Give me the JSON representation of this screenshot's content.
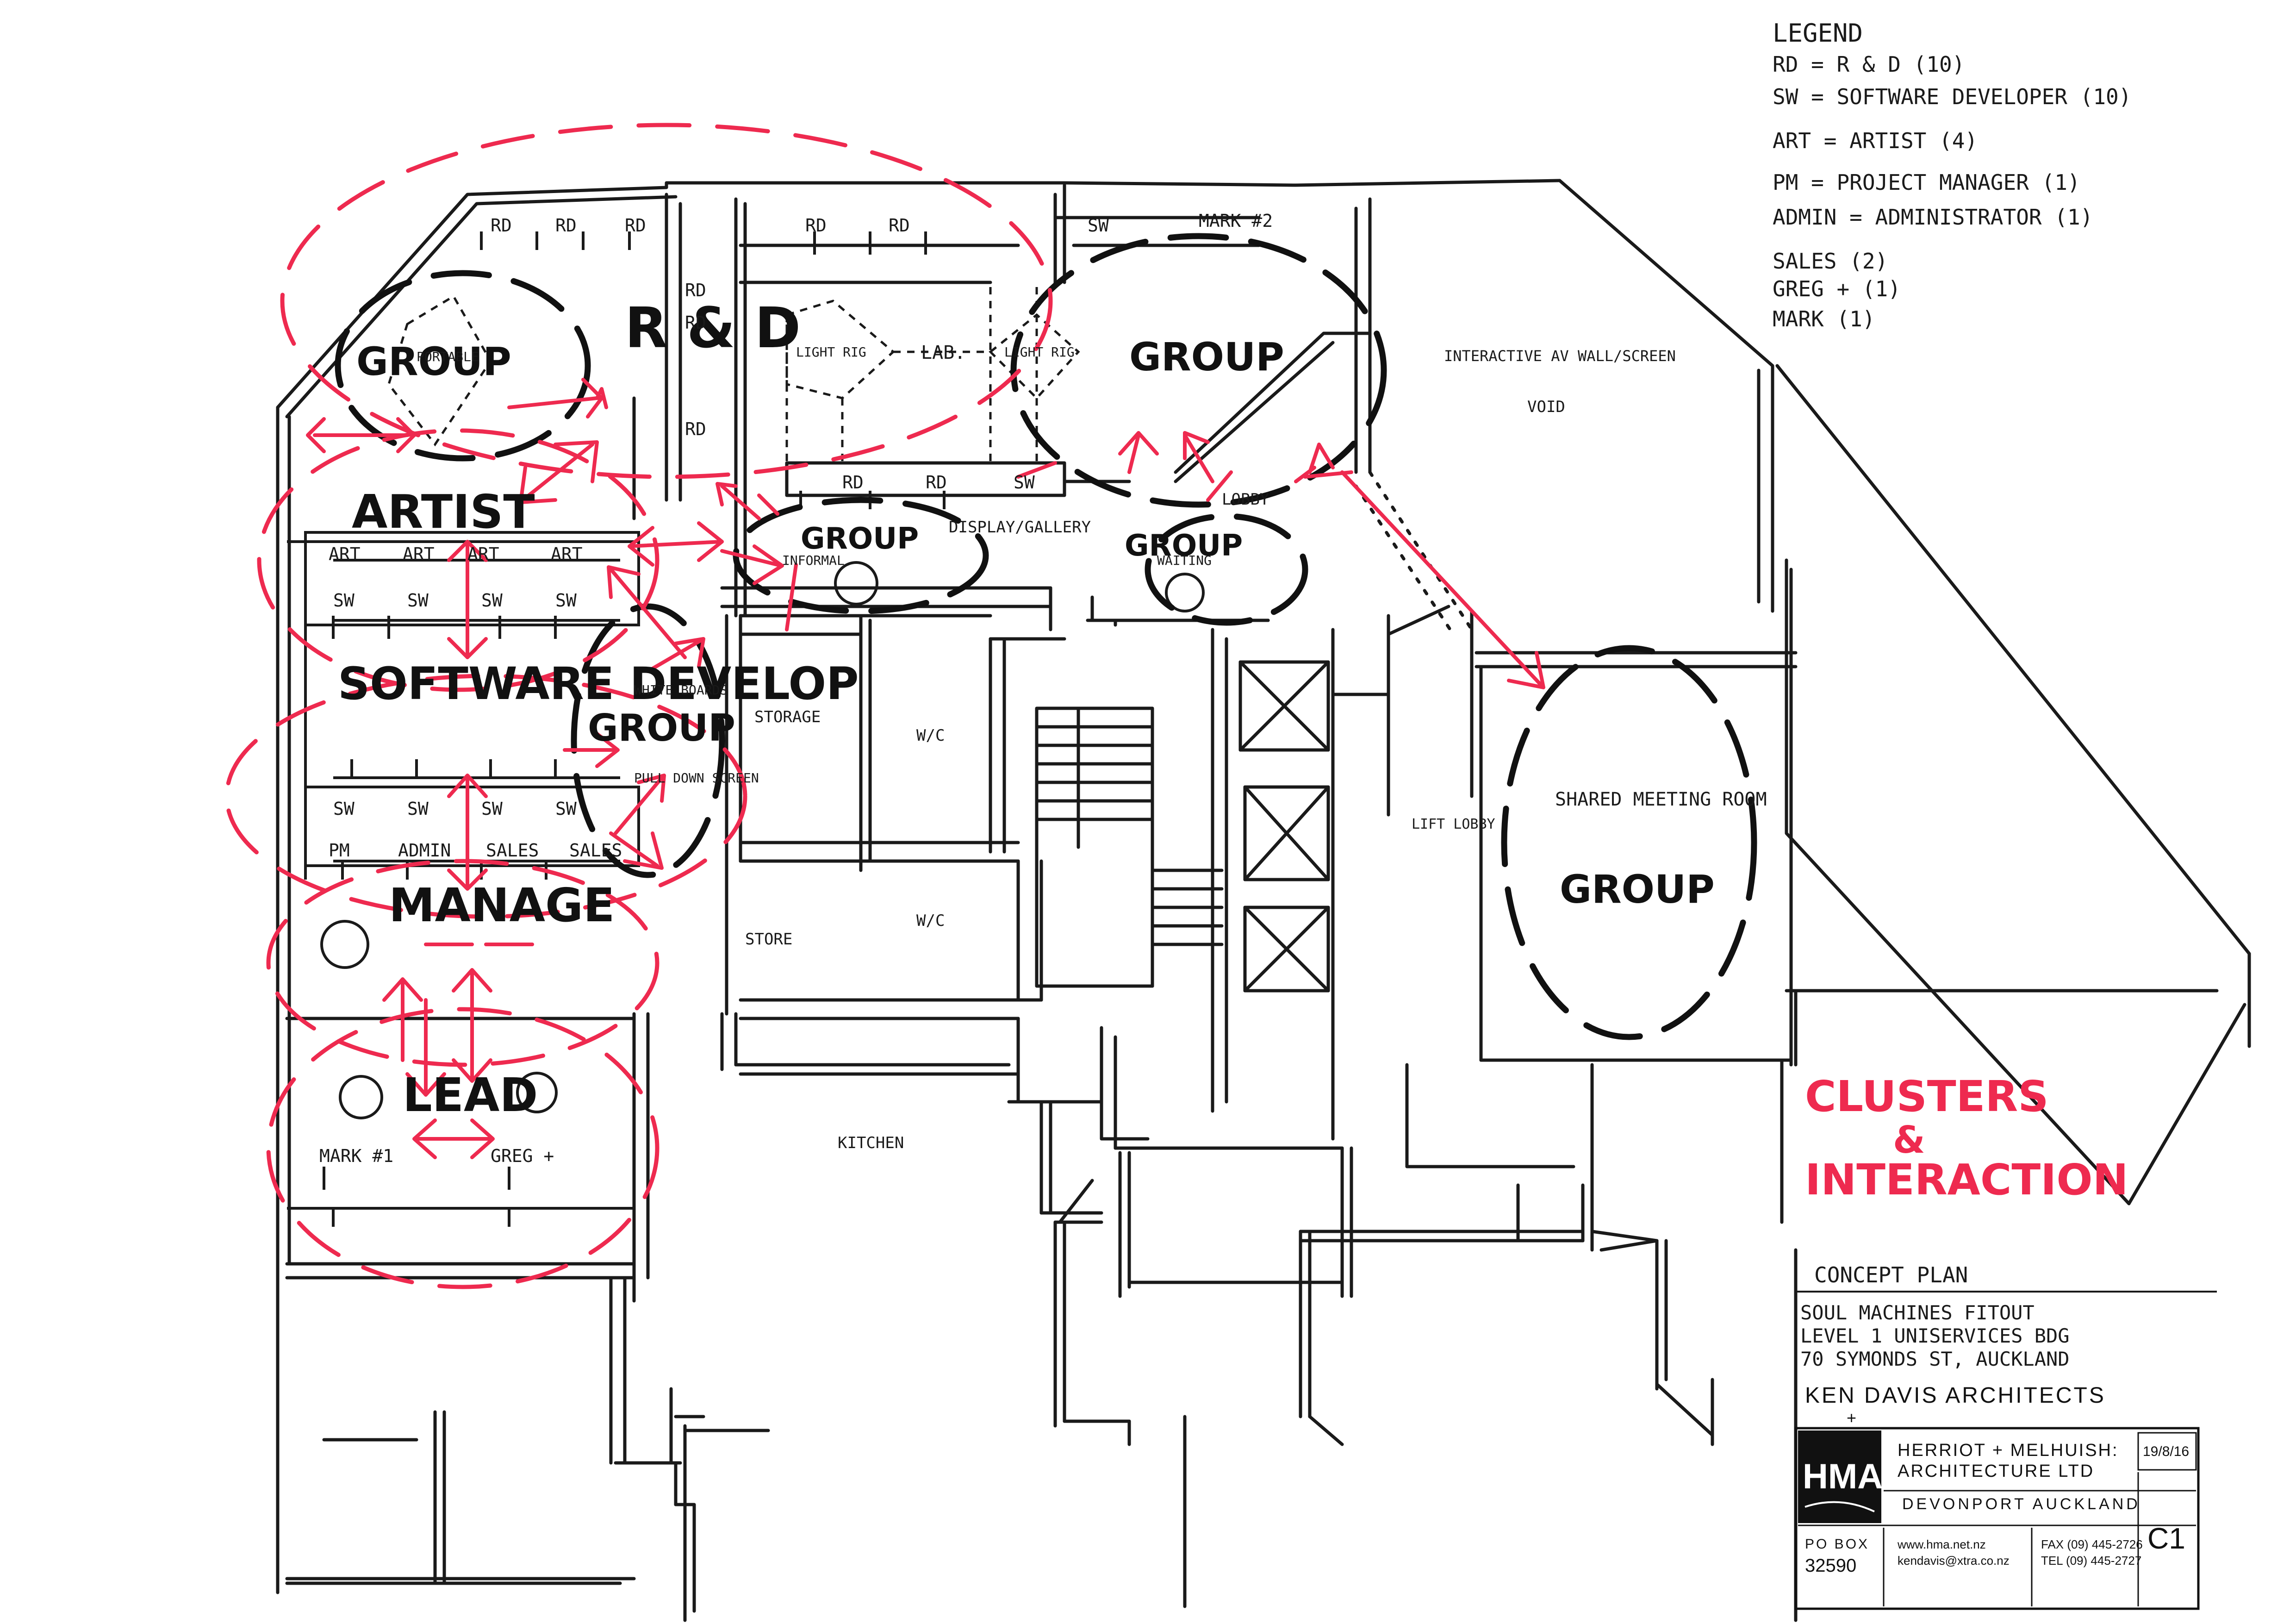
{
  "legend": {
    "title": "LEGEND",
    "items": [
      "RD = R & D (10)",
      "SW = SOFTWARE DEVELOPER (10)",
      "ART = ARTIST (4)",
      "PM = PROJECT MANAGER (1)",
      "ADMIN = ADMINISTRATOR (1)",
      "SALES (2)",
      "GREG + (1)",
      "MARK (1)"
    ]
  },
  "zones": {
    "rd": "R & D",
    "artist": "ARTIST",
    "software": "SOFTWARE DEVELOP",
    "manage": "MANAGE",
    "lead": "LEAD"
  },
  "groups": {
    "label": "GROUP",
    "shared_meeting": "SHARED MEETING ROOM"
  },
  "desks": {
    "rd": "RD",
    "sw": "SW",
    "art": "ART",
    "pm": "PM",
    "admin": "ADMIN",
    "sales": "SALES",
    "mark2": "MARK #2",
    "mark1": "MARK #1",
    "greg": "GREG +"
  },
  "rooms": {
    "lab": "LAB.",
    "light_rig": "LIGHT RIG",
    "portable": "PORTABLE",
    "display": "DISPLAY/GALLERY",
    "lobby": "LOBBY",
    "interactive": "INTERACTIVE AV WALL/SCREEN",
    "void": "VOID",
    "storage": "STORAGE",
    "wc": "W/C",
    "store": "STORE",
    "kitchen": "KITCHEN",
    "lift_lobby": "LIFT LOBBY",
    "whiteboards": "WHITE BOARDS",
    "pulldown": "PULL DOWN SCREEN",
    "informal": "INFORMAL",
    "waiting": "WAITING"
  },
  "headline": [
    "CLUSTERS",
    "&",
    "INTERACTION"
  ],
  "concept": {
    "title": "CONCEPT PLAN",
    "line1": "SOUL MACHINES FITOUT",
    "line2": "LEVEL 1 UNISERVICES BDG",
    "line3": "70 SYMONDS ST, AUCKLAND"
  },
  "titleblock": {
    "firm": "KEN DAVIS ARCHITECTS",
    "plus": "+",
    "logo": "HMA",
    "firm2_line1": "HERRIOT + MELHUISH:",
    "firm2_line2": "ARCHITECTURE LTD",
    "date": "19/8/16",
    "location": "DEVONPORT AUCKLAND",
    "po_label": "PO BOX",
    "po_number": "32590",
    "web": "www.hma.net.nz",
    "email": "kendavis@xtra.co.nz",
    "fax": "FAX (09) 445-2726",
    "tel": "TEL (09) 445-2727",
    "sheet": "C1"
  },
  "colors": {
    "ink": "#111111",
    "red": "#ee2a4f"
  }
}
